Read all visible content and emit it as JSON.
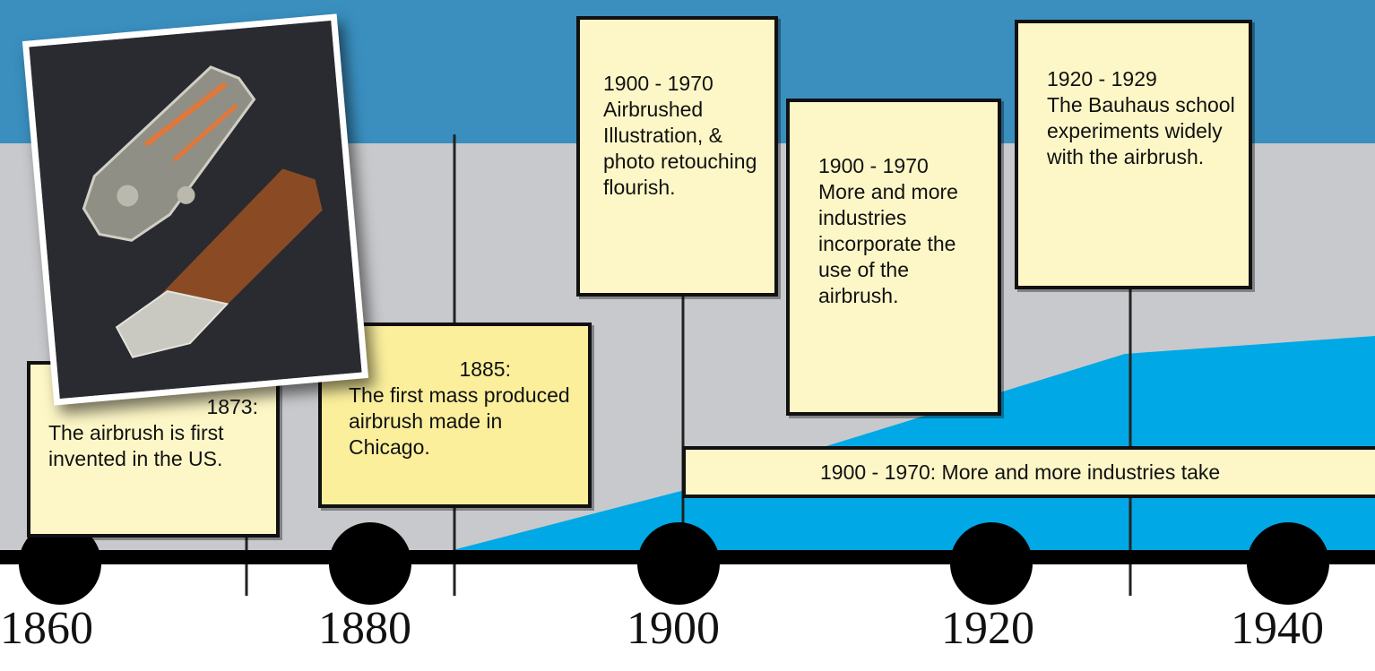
{
  "colors": {
    "band_top": "#3a8fbf",
    "band_mid": "#c8c9cc",
    "growth_area": "#00a9e6",
    "note_fill": "#fdf7c7",
    "note_fill_highlight": "#fbef9c",
    "axis": "#000000"
  },
  "timeline": {
    "years": [
      "1860",
      "1880",
      "1900",
      "1920",
      "1940"
    ]
  },
  "photo": {
    "icon": "airbrush-photo"
  },
  "events": [
    {
      "date": "1873:",
      "text": "The airbrush is first invented in the US."
    },
    {
      "date": "1885:",
      "text": "The first mass produced airbrush made in Chicago."
    },
    {
      "date": "1900 - 1970",
      "text": "Airbrushed Illustration, & photo retouching flourish."
    },
    {
      "date": "1900 - 1970",
      "text": "More and more industries incorporate the use of the airbrush."
    },
    {
      "date": "1920 - 1929",
      "text": "The Bauhaus school experiments widely with the airbrush."
    }
  ],
  "band_label": "1900 - 1970: More and more industries take"
}
